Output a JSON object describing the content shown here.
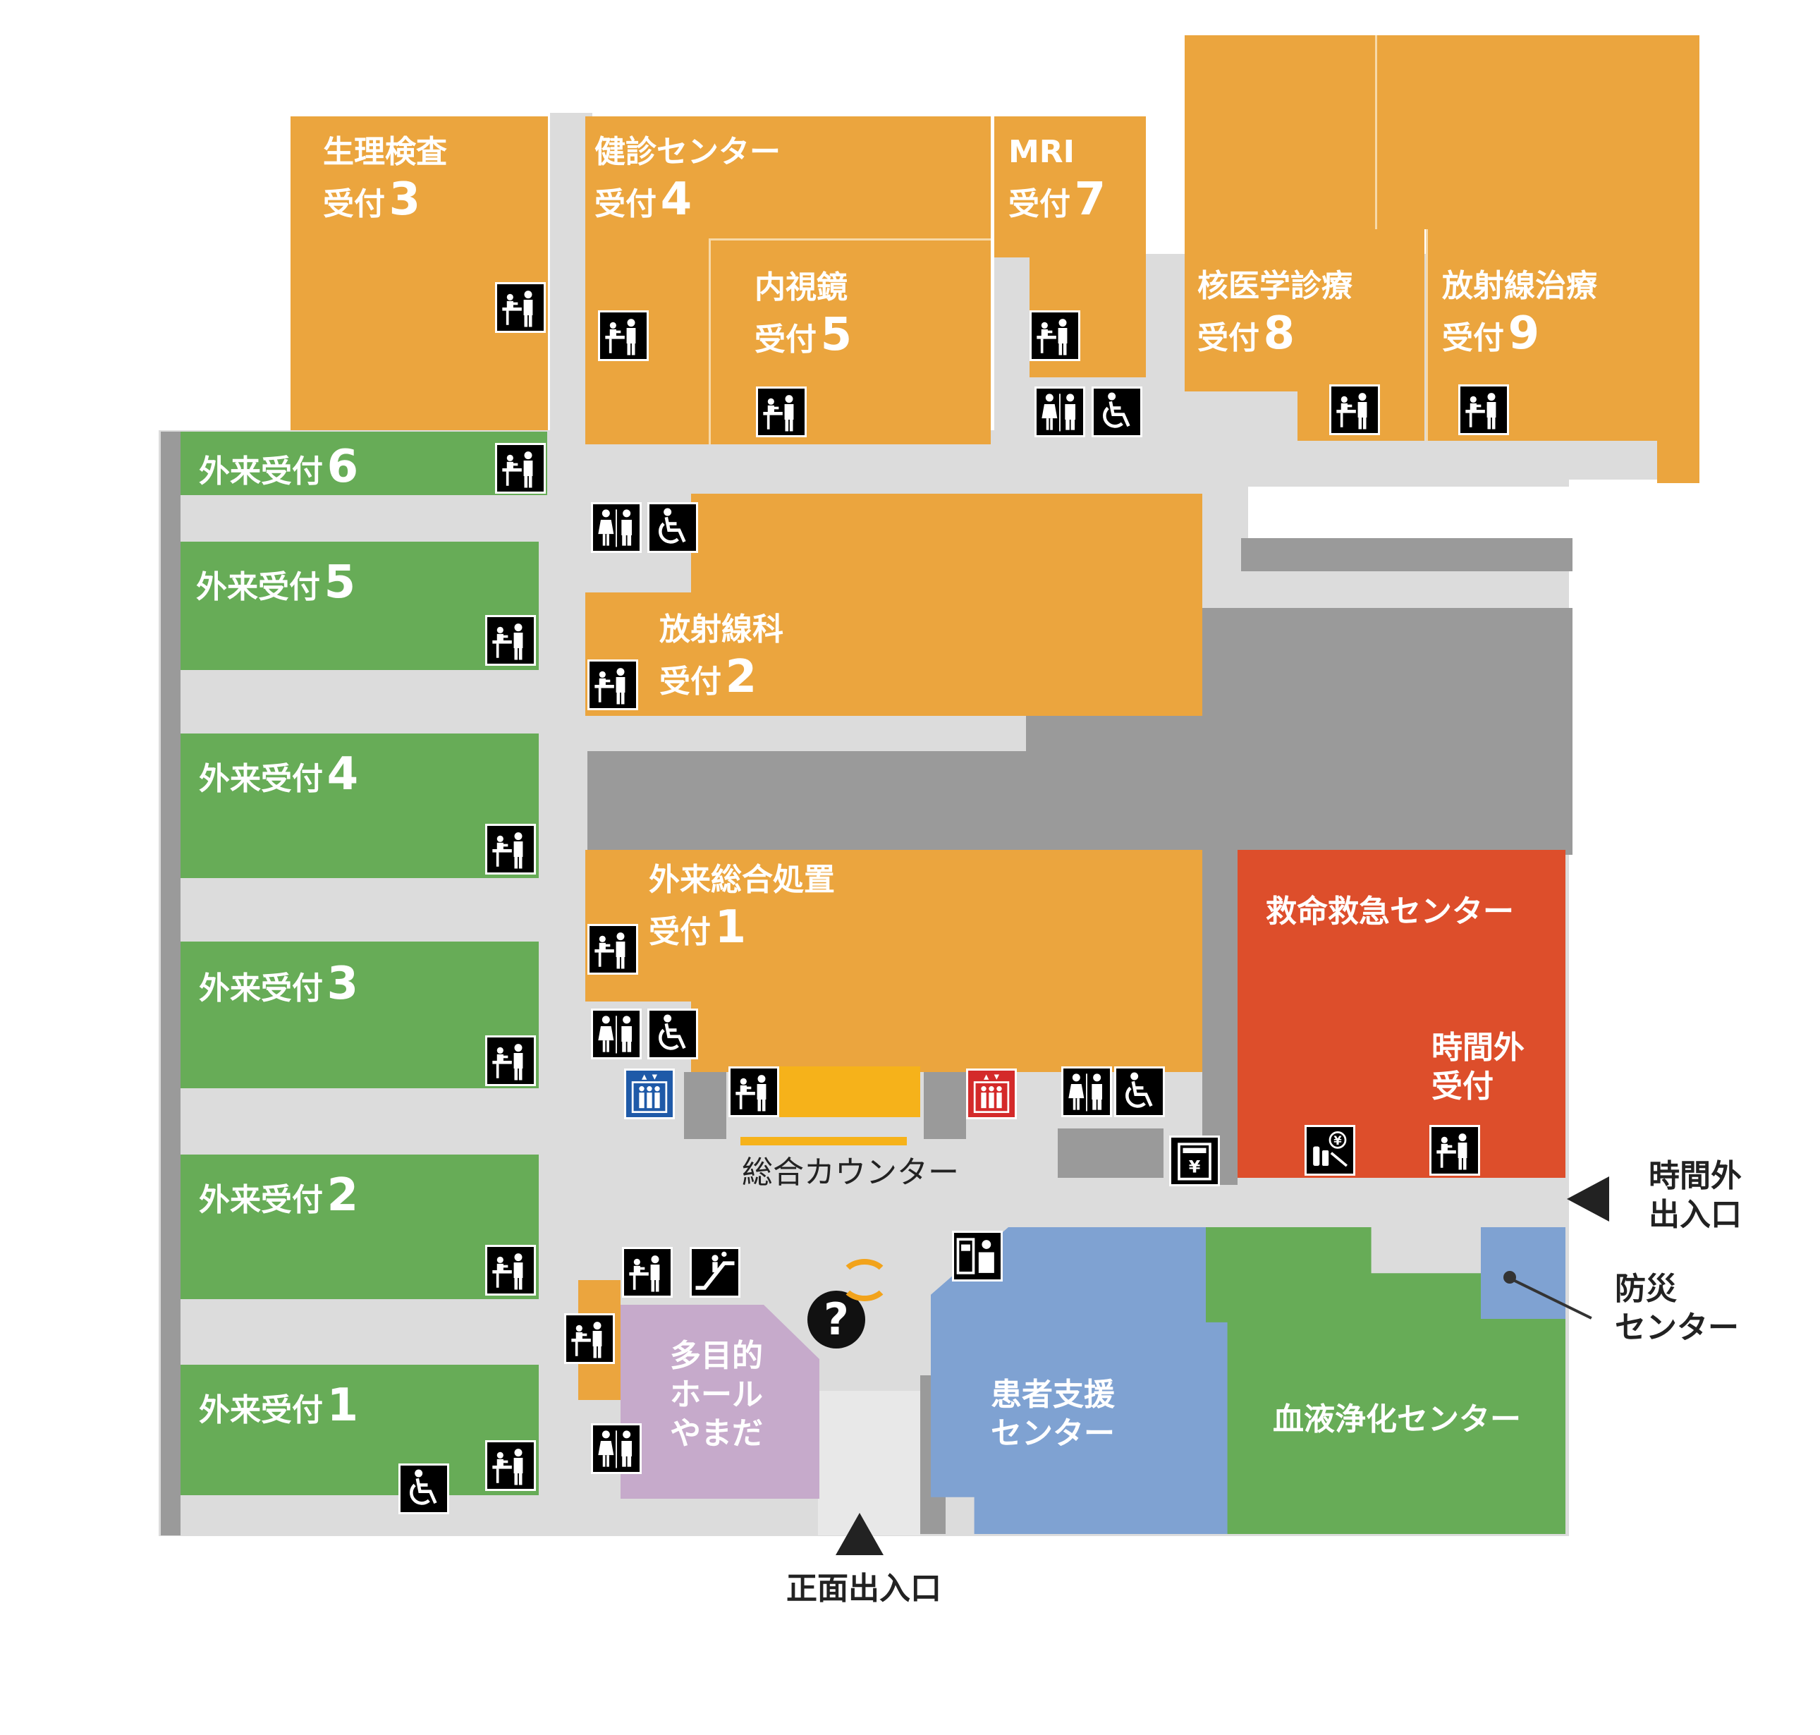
{
  "rooms": {
    "seiri": {
      "name": "生理検査",
      "uketsuke": "受付",
      "num": "3"
    },
    "kenshin": {
      "name": "健診センター",
      "uketsuke": "受付",
      "num": "4"
    },
    "naishikyo": {
      "name": "内視鏡",
      "uketsuke": "受付",
      "num": "5"
    },
    "mri": {
      "name": "MRI",
      "uketsuke": "受付",
      "num": "7"
    },
    "kakuigaku": {
      "name": "核医学診療",
      "uketsuke": "受付",
      "num": "8"
    },
    "hoshasen_chiryo": {
      "name": "放射線治療",
      "uketsuke": "受付",
      "num": "9"
    },
    "hoshasenka": {
      "name": "放射線科",
      "uketsuke": "受付",
      "num": "2"
    },
    "gairai_sogo": {
      "name": "外来総合処置",
      "uketsuke": "受付",
      "num": "1"
    },
    "kyumei": {
      "name": "救命救急センター"
    },
    "jikangai": {
      "line1": "時間外",
      "line2": "受付"
    },
    "gairai6": {
      "name": "外来受付",
      "num": "6"
    },
    "gairai5": {
      "name": "外来受付",
      "num": "5"
    },
    "gairai4": {
      "name": "外来受付",
      "num": "4"
    },
    "gairai3": {
      "name": "外来受付",
      "num": "3"
    },
    "gairai2": {
      "name": "外来受付",
      "num": "2"
    },
    "gairai1": {
      "name": "外来受付",
      "num": "1"
    },
    "tamokuteki": {
      "line1": "多目的",
      "line2": "ホール",
      "line3": "やまだ"
    },
    "kanja_shien": {
      "line1": "患者支援",
      "line2": "センター"
    },
    "ketsueki": {
      "name": "血液浄化センター"
    },
    "sogo_counter": {
      "name": "総合カウンター"
    }
  },
  "entrances": {
    "shomen": "正面出入口",
    "jikangai_1": "時間外",
    "jikangai_2": "出入口",
    "bosai_1": "防災",
    "bosai_2": "センター"
  },
  "colors": {
    "department": "#eba53e",
    "outpatient": "#67ac57",
    "emergency": "#dd4e2b",
    "support": "#7fa2d2",
    "hall": "#c6aacb",
    "corridor": "#dcdcdc",
    "elevator_public": "#1f5aa8",
    "elevator_emergency": "#d42a2a",
    "info_orange": "#f2a31b"
  },
  "icon_legend": [
    "reception-icon",
    "restroom-icon",
    "wheelchair-icon",
    "elevator-icon",
    "escalator-icon",
    "information-icon",
    "atm-icon",
    "vending-icon",
    "ticket-machine-icon"
  ]
}
